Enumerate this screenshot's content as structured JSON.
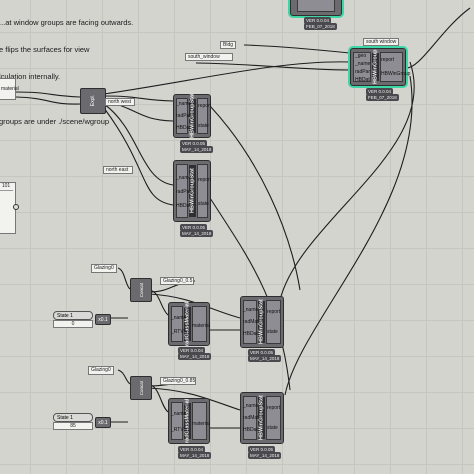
{
  "note": {
    "lines": [
      "...at window groups are facing outwards.",
      "e flips the surfaces for view",
      "lculation internally.",
      "",
      "groups are under ./scene/wgroup"
    ]
  },
  "components": {
    "top_right_version": "VER 0.0.04",
    "top_right_date": "FEB_07_2018",
    "hb_window_group_title": "HBWinGroup",
    "hb_window_group_label": "south window",
    "hb_window_group_inputs": [
      "_geo",
      "_name",
      "radPar",
      "HBDat"
    ],
    "hb_window_group_outputs": [
      "report",
      "HBWinGroup"
    ],
    "hb_window_group_ver": "VER 0.0.04",
    "hb_window_group_date": "FEB_07_2018",
    "tag_bldg": "Bldg",
    "tag_south": "south_window",
    "left_input": "material",
    "expl_tree": "Expl.",
    "wgroup_label_1": "north west",
    "wgroup_label_2": "north east",
    "hb_window_group_2_title": "HBWinGroupStat",
    "hb_window_group_2_inputs": [
      "_name",
      "radPar",
      "HBDat"
    ],
    "hb_window_group_2_outputs": [
      "report",
      "state"
    ],
    "hb_window_group_2_ver": "VER 0.0.05",
    "hb_window_group_2_date": "MAY_14_2018",
    "hb_window_group_3_ver": "VER 0.0.05",
    "hb_window_group_3_date": "MAY_14_2018",
    "panel_left_title": "101",
    "glazing_a_label": "Glazing0",
    "glazing_a_value": "Glazing0_0.5",
    "glazing_b_label": "Glazing0",
    "glazing_b_value": "Glazing0_0.85",
    "state_label_1": "State 1",
    "state_value_1": "0",
    "state_label_2": "State 1",
    "state_value_2": "85",
    "radglass_title": "radGlassMaterial",
    "radglass_inputs": [
      "_name",
      "_RTVis"
    ],
    "radglass_output": "material",
    "radglass_ver": "VER 0.0.04",
    "radglass_date": "MAY_14_2018",
    "state_comp_title": "HBWinGroupStat",
    "state_comp_inputs": [
      "_name",
      "radMat",
      "HBDat"
    ],
    "state_comp_outputs": [
      "report",
      "state"
    ],
    "state_comp_ver": "VER 0.0.05",
    "state_comp_date": "MAY_14_2018",
    "concat_label": "Concat",
    "mul_label": "x0.1"
  },
  "colors": {
    "canvas": "#d4d4cf",
    "selected": "#3fd6a5",
    "component": "#6b6b6f",
    "wire": "#1e1e1e"
  }
}
